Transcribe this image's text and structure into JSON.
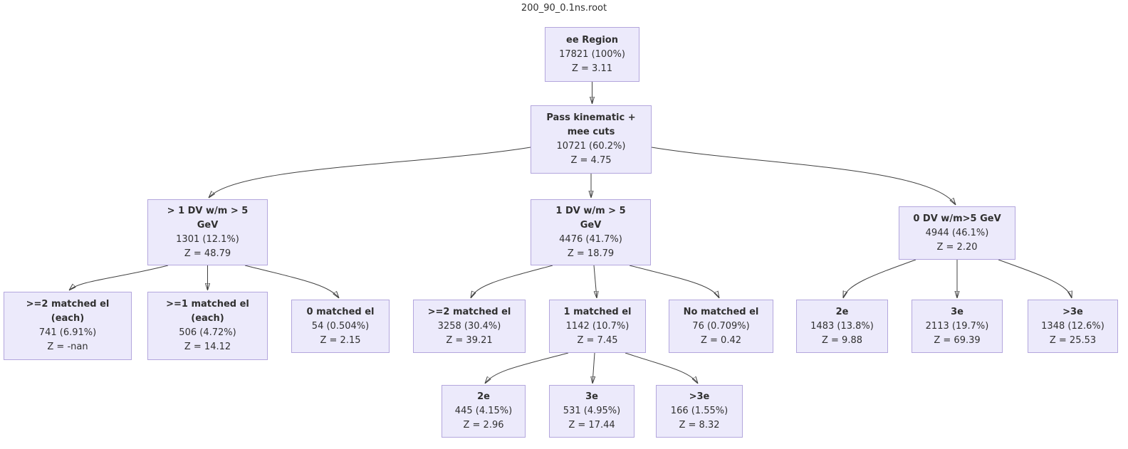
{
  "title": "200_90_0.1ns.root",
  "colors": {
    "node_fill": "#eceafb",
    "node_border": "#b3a6dd",
    "edge": "#404040",
    "text": "#303030"
  },
  "nodes": {
    "ee_region": {
      "label": "ee Region",
      "count": "17821 (100%)",
      "z": "Z = 3.11"
    },
    "pass_kinematic": {
      "label": "Pass kinematic +",
      "label2": "mee cuts",
      "count": "10721 (60.2%)",
      "z": "Z = 4.75"
    },
    "gt1_dv": {
      "label": "> 1 DV w/m > 5",
      "label2": "GeV",
      "count": "1301 (12.1%)",
      "z": "Z = 48.79"
    },
    "one_dv": {
      "label": "1 DV w/m > 5",
      "label2": "GeV",
      "count": "4476 (41.7%)",
      "z": "Z = 18.79"
    },
    "zero_dv": {
      "label": "0 DV w/m>5 GeV",
      "count": "4944 (46.1%)",
      "z": "Z = 2.20"
    },
    "ge2_matched_each": {
      "label": ">=2 matched el",
      "label2": "(each)",
      "count": "741 (6.91%)",
      "z": "Z = -nan"
    },
    "ge1_matched_each": {
      "label": ">=1 matched el",
      "label2": "(each)",
      "count": "506 (4.72%)",
      "z": "Z = 14.12"
    },
    "zero_matched": {
      "label": "0 matched el",
      "count": "54 (0.504%)",
      "z": "Z = 2.15"
    },
    "ge2_matched": {
      "label": ">=2 matched el",
      "count": "3258 (30.4%)",
      "z": "Z = 39.21"
    },
    "one_matched": {
      "label": "1 matched el",
      "count": "1142 (10.7%)",
      "z": "Z = 7.45"
    },
    "no_matched": {
      "label": "No matched el",
      "count": "76 (0.709%)",
      "z": "Z = 0.42"
    },
    "two_e_right": {
      "label": "2e",
      "count": "1483 (13.8%)",
      "z": "Z = 9.88"
    },
    "three_e_right": {
      "label": "3e",
      "count": "2113 (19.7%)",
      "z": "Z = 69.39"
    },
    "gt3e_right": {
      "label": ">3e",
      "count": "1348 (12.6%)",
      "z": "Z = 25.53"
    },
    "two_e_mid": {
      "label": "2e",
      "count": "445 (4.15%)",
      "z": "Z = 2.96"
    },
    "three_e_mid": {
      "label": "3e",
      "count": "531 (4.95%)",
      "z": "Z = 17.44"
    },
    "gt3e_mid": {
      "label": ">3e",
      "count": "166 (1.55%)",
      "z": "Z = 8.32"
    }
  },
  "edges": [
    {
      "from": "ee_region",
      "to": "pass_kinematic"
    },
    {
      "from": "pass_kinematic",
      "to": "gt1_dv"
    },
    {
      "from": "pass_kinematic",
      "to": "one_dv"
    },
    {
      "from": "pass_kinematic",
      "to": "zero_dv"
    },
    {
      "from": "gt1_dv",
      "to": "ge2_matched_each"
    },
    {
      "from": "gt1_dv",
      "to": "ge1_matched_each"
    },
    {
      "from": "gt1_dv",
      "to": "zero_matched"
    },
    {
      "from": "one_dv",
      "to": "ge2_matched"
    },
    {
      "from": "one_dv",
      "to": "one_matched"
    },
    {
      "from": "one_dv",
      "to": "no_matched"
    },
    {
      "from": "zero_dv",
      "to": "two_e_right"
    },
    {
      "from": "zero_dv",
      "to": "three_e_right"
    },
    {
      "from": "zero_dv",
      "to": "gt3e_right"
    },
    {
      "from": "one_matched",
      "to": "two_e_mid"
    },
    {
      "from": "one_matched",
      "to": "three_e_mid"
    },
    {
      "from": "one_matched",
      "to": "gt3e_mid"
    }
  ]
}
